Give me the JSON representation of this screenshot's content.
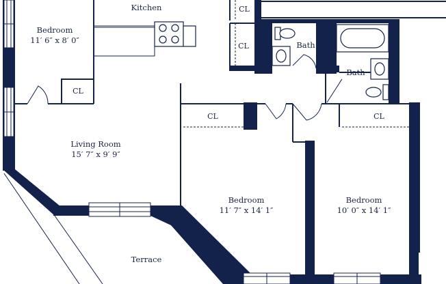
{
  "floorplan": {
    "rooms": {
      "kitchen": {
        "name": "Kitchen"
      },
      "bedroom_left": {
        "name": "Bedroom",
        "size": "11′ 6″ x 8′ 0″"
      },
      "living_room": {
        "name": "Living Room",
        "size": "15′ 7″ x 9′ 9″"
      },
      "bedroom_middle": {
        "name": "Bedroom",
        "size": "11′ 7″ x 14′ 1″"
      },
      "bedroom_right": {
        "name": "Bedroom",
        "size": "10′ 0″ x 14′ 1″"
      },
      "bath_left": {
        "name": "Bath"
      },
      "bath_right": {
        "name": "Bath"
      },
      "terrace": {
        "name": "Terrace"
      }
    },
    "closets": {
      "cl_top": "CL",
      "cl_upper_hall": "CL",
      "cl_bedroom_left": "CL",
      "cl_bedroom_middle": "CL",
      "cl_bedroom_right": "CL"
    },
    "colors": {
      "wall": "#13224a",
      "background": "#ffffff"
    }
  }
}
